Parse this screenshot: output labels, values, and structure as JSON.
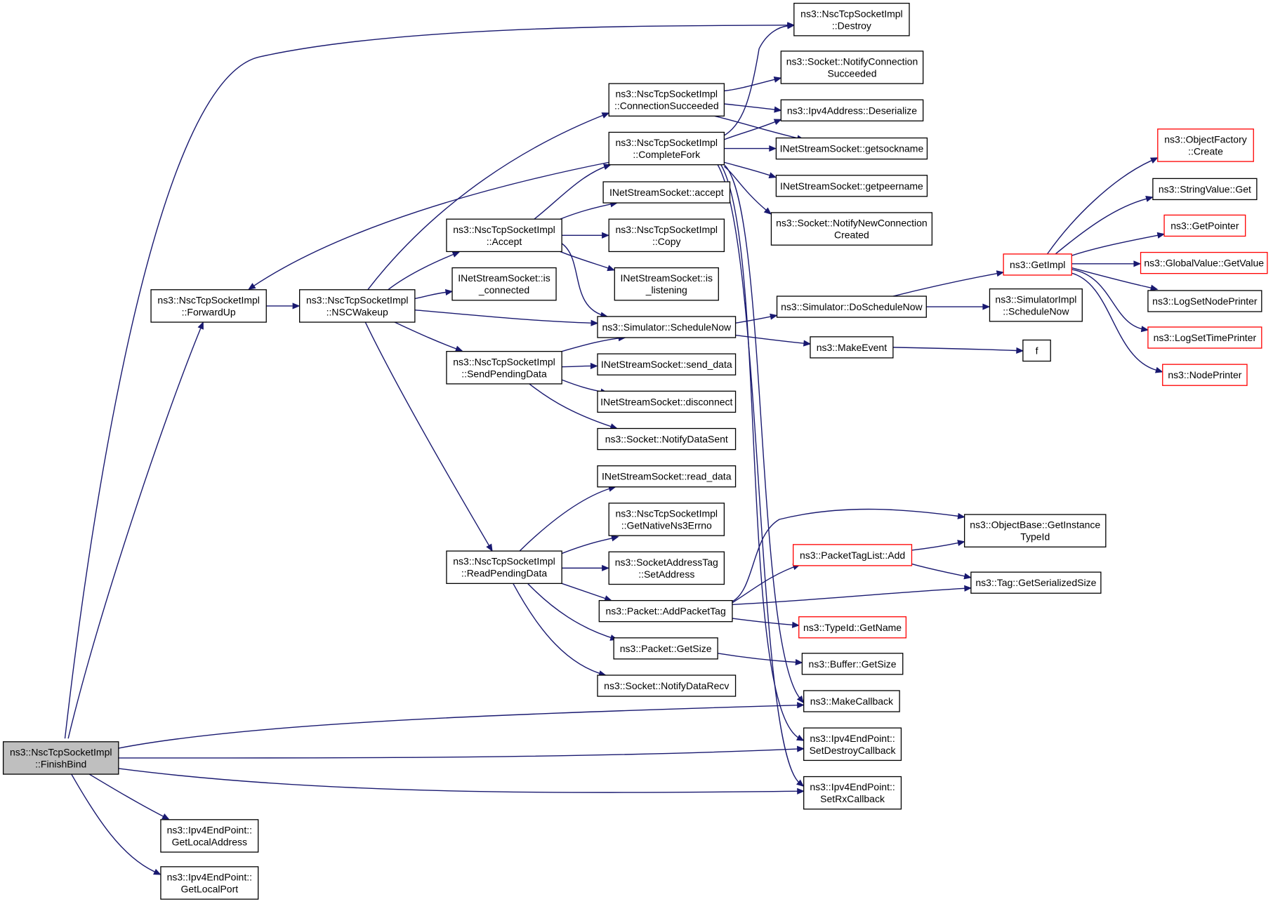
{
  "colors": {
    "edge": "#191970",
    "node_border": "#000000",
    "node_border_highlight": "#ff0000",
    "root_fill": "#bfbfbf"
  },
  "nodes": {
    "finishbind": {
      "lines": [
        "ns3::NscTcpSocketImpl",
        "::FinishBind"
      ],
      "root": true
    },
    "forwardup": {
      "lines": [
        "ns3::NscTcpSocketImpl",
        "::ForwardUp"
      ]
    },
    "nscwakeup": {
      "lines": [
        "ns3::NscTcpSocketImpl",
        "::NSCWakeup"
      ]
    },
    "destroy": {
      "lines": [
        "ns3::NscTcpSocketImpl",
        "::Destroy"
      ]
    },
    "connsucc": {
      "lines": [
        "ns3::NscTcpSocketImpl",
        "::ConnectionSucceeded"
      ]
    },
    "completefork": {
      "lines": [
        "ns3::NscTcpSocketImpl",
        "::CompleteFork"
      ]
    },
    "accept": {
      "lines": [
        "ns3::NscTcpSocketImpl",
        "::Accept"
      ]
    },
    "isconnected": {
      "lines": [
        "INetStreamSocket::is",
        "_connected"
      ]
    },
    "sendpending": {
      "lines": [
        "ns3::NscTcpSocketImpl",
        "::SendPendingData"
      ]
    },
    "readpending": {
      "lines": [
        "ns3::NscTcpSocketImpl",
        "::ReadPendingData"
      ]
    },
    "notifyconnsucc": {
      "lines": [
        "ns3::Socket::NotifyConnection",
        "Succeeded"
      ]
    },
    "ipv4deser": {
      "lines": [
        "ns3::Ipv4Address::Deserialize"
      ]
    },
    "getsockname": {
      "lines": [
        "INetStreamSocket::getsockname"
      ]
    },
    "getpeername": {
      "lines": [
        "INetStreamSocket::getpeername"
      ]
    },
    "notifynewconn": {
      "lines": [
        "ns3::Socket::NotifyNewConnection",
        "Created"
      ]
    },
    "nsaccept": {
      "lines": [
        "INetStreamSocket::accept"
      ]
    },
    "copy": {
      "lines": [
        "ns3::NscTcpSocketImpl",
        "::Copy"
      ]
    },
    "islistening": {
      "lines": [
        "INetStreamSocket::is",
        "_listening"
      ]
    },
    "schedulenow": {
      "lines": [
        "ns3::Simulator::ScheduleNow"
      ]
    },
    "senddata": {
      "lines": [
        "INetStreamSocket::send_data"
      ]
    },
    "disconnect": {
      "lines": [
        "INetStreamSocket::disconnect"
      ]
    },
    "notifydatasent": {
      "lines": [
        "ns3::Socket::NotifyDataSent"
      ]
    },
    "readdata": {
      "lines": [
        "INetStreamSocket::read_data"
      ]
    },
    "getnativeerrno": {
      "lines": [
        "ns3::NscTcpSocketImpl",
        "::GetNativeNs3Errno"
      ]
    },
    "setaddress": {
      "lines": [
        "ns3::SocketAddressTag",
        "::SetAddress"
      ]
    },
    "addpackettag": {
      "lines": [
        "ns3::Packet::AddPacketTag"
      ]
    },
    "packetgetsize": {
      "lines": [
        "ns3::Packet::GetSize"
      ]
    },
    "notifydatarecv": {
      "lines": [
        "ns3::Socket::NotifyDataRecv"
      ]
    },
    "doschedulenow": {
      "lines": [
        "ns3::Simulator::DoScheduleNow"
      ]
    },
    "makeevent": {
      "lines": [
        "ns3::MakeEvent"
      ]
    },
    "packettagadd": {
      "lines": [
        "ns3::PacketTagList::Add"
      ],
      "highlight": true
    },
    "typeidgetname": {
      "lines": [
        "ns3::TypeId::GetName"
      ],
      "highlight": true
    },
    "buffergetsize": {
      "lines": [
        "ns3::Buffer::GetSize"
      ]
    },
    "makecallback": {
      "lines": [
        "ns3::MakeCallback"
      ]
    },
    "setdestroycb": {
      "lines": [
        "ns3::Ipv4EndPoint::",
        "SetDestroyCallback"
      ]
    },
    "setrxcb": {
      "lines": [
        "ns3::Ipv4EndPoint::",
        "SetRxCallback"
      ]
    },
    "getlocaladdr": {
      "lines": [
        "ns3::Ipv4EndPoint::",
        "GetLocalAddress"
      ]
    },
    "getlocalport": {
      "lines": [
        "ns3::Ipv4EndPoint::",
        "GetLocalPort"
      ]
    },
    "getinstancetypeid": {
      "lines": [
        "ns3::ObjectBase::GetInstance",
        "TypeId"
      ]
    },
    "taggetsersize": {
      "lines": [
        "ns3::Tag::GetSerializedSize"
      ]
    },
    "getimpl": {
      "lines": [
        "ns3::GetImpl"
      ],
      "highlight": true
    },
    "simimplschednow": {
      "lines": [
        "ns3::SimulatorImpl",
        "::ScheduleNow"
      ]
    },
    "f": {
      "lines": [
        "f"
      ]
    },
    "objfactorycreate": {
      "lines": [
        "ns3::ObjectFactory",
        "::Create"
      ],
      "highlight": true
    },
    "stringvalueget": {
      "lines": [
        "ns3::StringValue::Get"
      ]
    },
    "getpointer": {
      "lines": [
        "ns3::GetPointer"
      ],
      "highlight": true
    },
    "globalvalueget": {
      "lines": [
        "ns3::GlobalValue::GetValue"
      ],
      "highlight": true
    },
    "logsetnodeprinter": {
      "lines": [
        "ns3::LogSetNodePrinter"
      ]
    },
    "logsettimeprinter": {
      "lines": [
        "ns3::LogSetTimePrinter"
      ],
      "highlight": true
    },
    "nodeprinter": {
      "lines": [
        "ns3::NodePrinter"
      ],
      "highlight": true
    }
  },
  "edges": [
    [
      "finishbind",
      "destroy"
    ],
    [
      "finishbind",
      "forwardup"
    ],
    [
      "finishbind",
      "makecallback"
    ],
    [
      "finishbind",
      "setdestroycb"
    ],
    [
      "finishbind",
      "setrxcb"
    ],
    [
      "finishbind",
      "getlocaladdr"
    ],
    [
      "finishbind",
      "getlocalport"
    ],
    [
      "forwardup",
      "nscwakeup"
    ],
    [
      "completefork",
      "forwardup"
    ],
    [
      "nscwakeup",
      "connsucc"
    ],
    [
      "nscwakeup",
      "accept"
    ],
    [
      "nscwakeup",
      "isconnected"
    ],
    [
      "nscwakeup",
      "schedulenow"
    ],
    [
      "nscwakeup",
      "sendpending"
    ],
    [
      "nscwakeup",
      "readpending"
    ],
    [
      "connsucc",
      "notifyconnsucc"
    ],
    [
      "connsucc",
      "ipv4deser"
    ],
    [
      "connsucc",
      "getsockname"
    ],
    [
      "completefork",
      "destroy"
    ],
    [
      "completefork",
      "ipv4deser"
    ],
    [
      "completefork",
      "getsockname"
    ],
    [
      "completefork",
      "getpeername"
    ],
    [
      "completefork",
      "notifynewconn"
    ],
    [
      "completefork",
      "makecallback"
    ],
    [
      "completefork",
      "setdestroycb"
    ],
    [
      "completefork",
      "setrxcb"
    ],
    [
      "accept",
      "completefork"
    ],
    [
      "accept",
      "nsaccept"
    ],
    [
      "accept",
      "copy"
    ],
    [
      "accept",
      "islistening"
    ],
    [
      "accept",
      "schedulenow"
    ],
    [
      "sendpending",
      "schedulenow"
    ],
    [
      "sendpending",
      "senddata"
    ],
    [
      "sendpending",
      "disconnect"
    ],
    [
      "sendpending",
      "notifydatasent"
    ],
    [
      "readpending",
      "readdata"
    ],
    [
      "readpending",
      "getnativeerrno"
    ],
    [
      "readpending",
      "setaddress"
    ],
    [
      "readpending",
      "addpackettag"
    ],
    [
      "readpending",
      "packetgetsize"
    ],
    [
      "readpending",
      "notifydatarecv"
    ],
    [
      "schedulenow",
      "doschedulenow"
    ],
    [
      "schedulenow",
      "makeevent"
    ],
    [
      "doschedulenow",
      "getimpl"
    ],
    [
      "doschedulenow",
      "simimplschednow"
    ],
    [
      "makeevent",
      "f"
    ],
    [
      "addpackettag",
      "getinstancetypeid"
    ],
    [
      "addpackettag",
      "packettagadd"
    ],
    [
      "addpackettag",
      "taggetsersize"
    ],
    [
      "addpackettag",
      "typeidgetname"
    ],
    [
      "packettagadd",
      "getinstancetypeid"
    ],
    [
      "packettagadd",
      "taggetsersize"
    ],
    [
      "packetgetsize",
      "buffergetsize"
    ],
    [
      "getimpl",
      "objfactorycreate"
    ],
    [
      "getimpl",
      "stringvalueget"
    ],
    [
      "getimpl",
      "getpointer"
    ],
    [
      "getimpl",
      "globalvalueget"
    ],
    [
      "getimpl",
      "logsetnodeprinter"
    ],
    [
      "getimpl",
      "logsettimeprinter"
    ],
    [
      "getimpl",
      "nodeprinter"
    ]
  ]
}
